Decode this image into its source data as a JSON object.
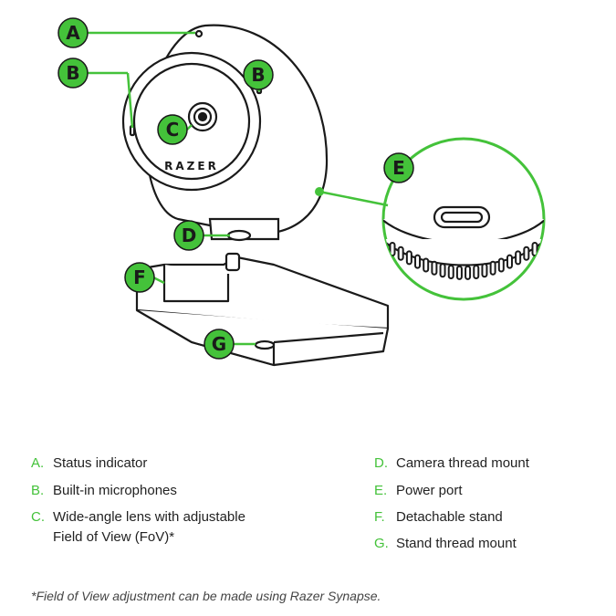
{
  "brand": "RAZER",
  "colors": {
    "accent": "#44c23a",
    "line": "#1a1a1a",
    "text": "#222222"
  },
  "callouts": [
    "A",
    "B",
    "B",
    "C",
    "D",
    "E",
    "F",
    "G"
  ],
  "legend": {
    "left": [
      {
        "key": "A.",
        "text": "Status indicator"
      },
      {
        "key": "B.",
        "text": "Built-in microphones"
      },
      {
        "key": "C.",
        "text": "Wide-angle lens with adjustable",
        "text2": "Field of View (FoV)*"
      }
    ],
    "right": [
      {
        "key": "D.",
        "text": "Camera thread mount"
      },
      {
        "key": "E.",
        "text": "Power port"
      },
      {
        "key": "F.",
        "text": "Detachable stand"
      },
      {
        "key": "G.",
        "text": "Stand thread mount"
      }
    ]
  },
  "footnote": "*Field of View adjustment can be made using Razer Synapse."
}
